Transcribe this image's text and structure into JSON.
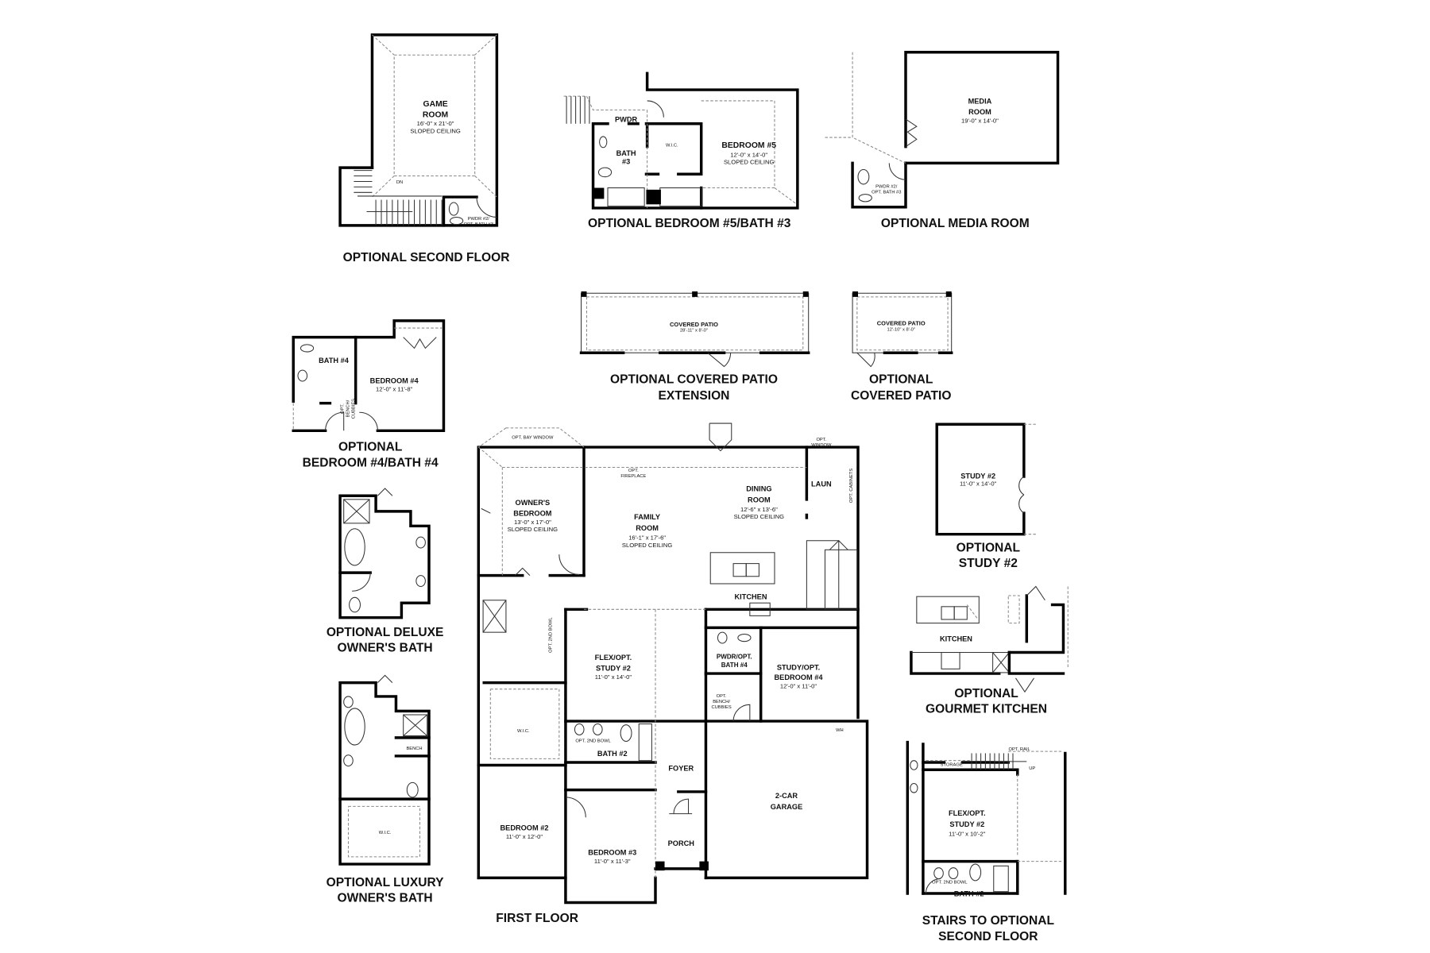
{
  "second_floor": {
    "title": "OPTIONAL SECOND FLOOR",
    "room_line1": "GAME",
    "room_line2": "ROOM",
    "dims": "16'-0\" x 21'-0\"",
    "ceiling": "SLOPED CEILING",
    "stair_note": "DN",
    "pwdr_line1": "PWDR #2/",
    "pwdr_line2": "OPT. BATH #3"
  },
  "bedroom5": {
    "title": "OPTIONAL BEDROOM #5/BATH #3",
    "pwdr": "PWDR",
    "bath_line1": "BATH",
    "bath_line2": "#3",
    "wic": "W.I.C.",
    "bedroom": "BEDROOM #5",
    "dims": "12'-0\" x 14'-0\"",
    "ceiling": "SLOPED CEILING"
  },
  "media": {
    "title": "OPTIONAL MEDIA ROOM",
    "room_line1": "MEDIA",
    "room_line2": "ROOM",
    "dims": "19'-0\" x 14'-0\"",
    "pwdr_line1": "PWDR #2/",
    "pwdr_line2": "OPT. BATH #3"
  },
  "patio_ext": {
    "title_line1": "OPTIONAL COVERED PATIO",
    "title_line2": "EXTENSION",
    "room": "COVERED PATIO",
    "dims": "28'-11\" x 8'-0\""
  },
  "patio": {
    "title_line1": "OPTIONAL",
    "title_line2": "COVERED PATIO",
    "room": "COVERED PATIO",
    "dims": "12'-10\" x 8'-0\""
  },
  "bed4": {
    "title_line1": "OPTIONAL",
    "title_line2": "BEDROOM #4/BATH #4",
    "bath": "BATH #4",
    "bedroom": "BEDROOM #4",
    "dims": "12'-0\" x 11'-8\"",
    "bench_line1": "OPT.",
    "bench_line2": "BENCH/",
    "bench_line3": "CUBBIES"
  },
  "deluxe_bath": {
    "title_line1": "OPTIONAL DELUXE",
    "title_line2": "OWNER'S BATH"
  },
  "luxury_bath": {
    "title_line1": "OPTIONAL LUXURY",
    "title_line2": "OWNER'S BATH",
    "wic": "W.I.C.",
    "bench": "BENCH"
  },
  "first_floor": {
    "title": "FIRST FLOOR",
    "bay_window": "OPT. BAY WINDOW",
    "opt_window_line1": "OPT.",
    "opt_window_line2": "WINDOW",
    "fireplace_line1": "OPT.",
    "fireplace_line2": "FIREPLACE",
    "owners_line1": "OWNER'S",
    "owners_line2": "BEDROOM",
    "owners_dims": "13'-0\" x 17'-0\"",
    "owners_ceiling": "SLOPED CEILING",
    "family_line1": "FAMILY",
    "family_line2": "ROOM",
    "family_dims": "16'-1\" x 17'-6\"",
    "family_ceiling": "SLOPED CEILING",
    "dining_line1": "DINING",
    "dining_line2": "ROOM",
    "dining_dims": "12'-6\" x 13'-6\"",
    "dining_ceiling": "SLOPED CEILING",
    "laundry": "LAUN",
    "cabinets": "OPT. CABINETS",
    "kitchen": "KITCHEN",
    "second_bowl_owner": "OPT. 2ND BOWL",
    "flex_line1": "FLEX/OPT.",
    "flex_line2": "STUDY #2",
    "flex_dims": "11'-0\" x 14'-0\"",
    "pwdr_line1": "PWDR/OPT.",
    "pwdr_line2": "BATH #4",
    "study_line1": "STUDY/OPT.",
    "study_line2": "BEDROOM #4",
    "study_dims": "12'-0\" x 11'-0\"",
    "bench_line1": "OPT.",
    "bench_line2": "BENCH/",
    "bench_line3": "CUBBIES",
    "wic": "W.I.C.",
    "wh": "WH",
    "second_bowl_bath2": "OPT. 2ND BOWL",
    "bath2": "BATH #2",
    "foyer": "FOYER",
    "garage_line1": "2-CAR",
    "garage_line2": "GARAGE",
    "bedroom2": "BEDROOM #2",
    "bedroom2_dims": "11'-0\" x 12'-0\"",
    "porch": "PORCH",
    "bedroom3": "BEDROOM #3",
    "bedroom3_dims": "11'-0\" x 11'-3\""
  },
  "study2": {
    "title_line1": "OPTIONAL",
    "title_line2": "STUDY #2",
    "room": "STUDY #2",
    "dims": "11'-0\" x 14'-0\""
  },
  "gourmet": {
    "title_line1": "OPTIONAL",
    "title_line2": "GOURMET KITCHEN",
    "kitchen": "KITCHEN"
  },
  "stairs": {
    "title_line1": "STAIRS TO OPTIONAL",
    "title_line2": "SECOND FLOOR",
    "storage": "STORAGE",
    "rail": "OPT. RAIL",
    "up": "UP",
    "flex_line1": "FLEX/OPT.",
    "flex_line2": "STUDY #2",
    "flex_dims": "11'-0\" x 10'-2\"",
    "second_bowl": "OPT. 2ND BOWL",
    "bath2": "BATH #2"
  }
}
